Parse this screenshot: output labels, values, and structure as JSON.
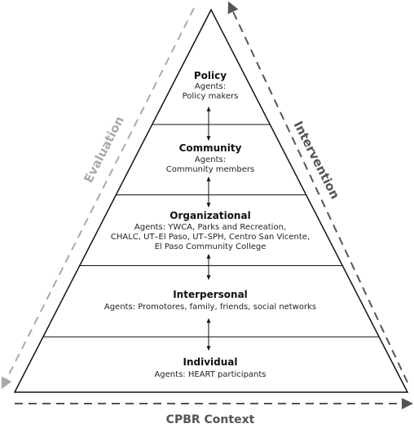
{
  "colors": {
    "outline": "#111111",
    "evaluation": "#aaaaaa",
    "intervention": "#555555",
    "context": "#555555"
  },
  "levels": [
    {
      "title": "Policy",
      "lines": [
        "Agents:",
        "Policy makers"
      ]
    },
    {
      "title": "Community",
      "lines": [
        "Agents:",
        "Community members"
      ]
    },
    {
      "title": "Organizational",
      "lines": [
        "Agents: YWCA, Parks and Recreation,",
        "CHALC, UT–El Paso, UT–SPH, Centro San Vicente,",
        "El Paso Community College"
      ]
    },
    {
      "title": "Interpersonal",
      "lines": [
        "Agents: Promotores, family, friends, social networks"
      ]
    },
    {
      "title": "Individual",
      "lines": [
        "Agents: HEART participants"
      ]
    }
  ],
  "labels": {
    "evaluation": "Evaluation",
    "intervention": "Intervention",
    "context": "CPBR Context"
  }
}
